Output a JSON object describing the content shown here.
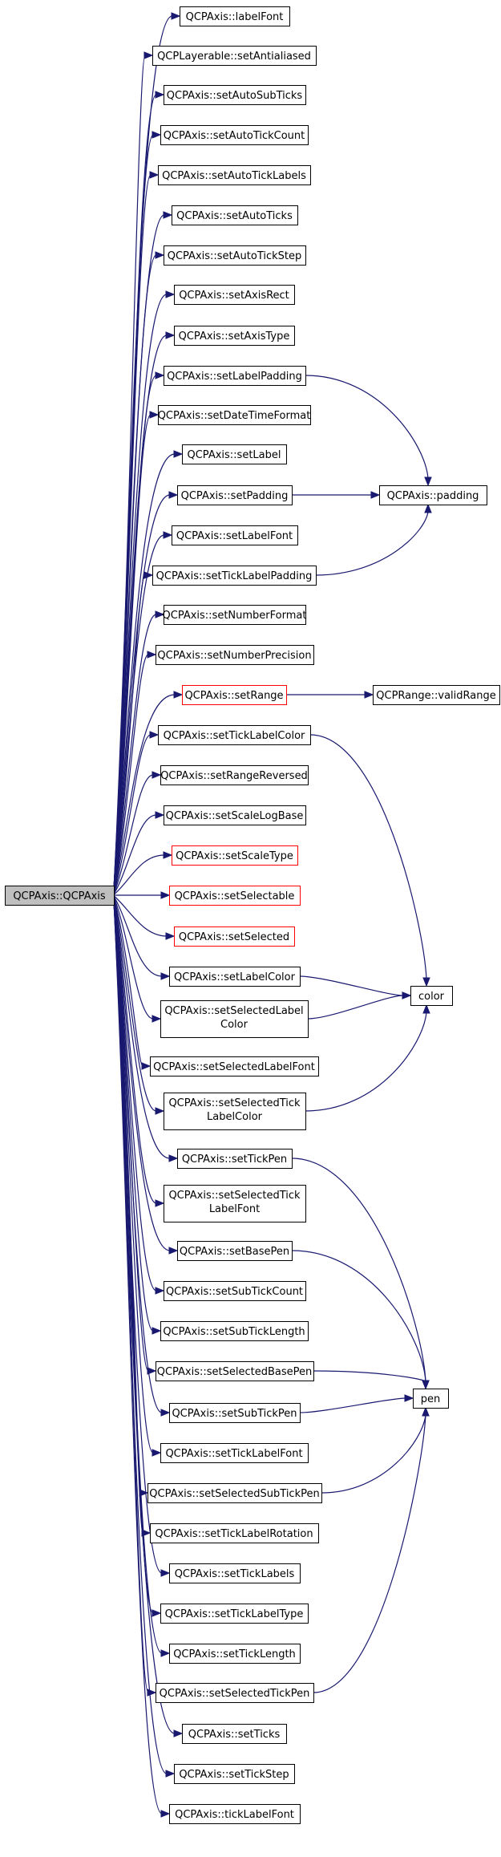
{
  "graph": {
    "edge_color": "#191970",
    "root": "QCPAxis::QCPAxis",
    "callees": [
      {
        "id": "labelFont",
        "label": "QCPAxis::labelFont"
      },
      {
        "id": "setAntialiased",
        "label": "QCPLayerable::setAntialiased"
      },
      {
        "id": "setAutoSubTicks",
        "label": "QCPAxis::setAutoSubTicks"
      },
      {
        "id": "setAutoTickCount",
        "label": "QCPAxis::setAutoTickCount"
      },
      {
        "id": "setAutoTickLabels",
        "label": "QCPAxis::setAutoTickLabels"
      },
      {
        "id": "setAutoTicks",
        "label": "QCPAxis::setAutoTicks"
      },
      {
        "id": "setAutoTickStep",
        "label": "QCPAxis::setAutoTickStep"
      },
      {
        "id": "setAxisRect",
        "label": "QCPAxis::setAxisRect"
      },
      {
        "id": "setAxisType",
        "label": "QCPAxis::setAxisType"
      },
      {
        "id": "setLabelPadding",
        "label": "QCPAxis::setLabelPadding"
      },
      {
        "id": "setDateTimeFormat",
        "label": "QCPAxis::setDateTimeFormat"
      },
      {
        "id": "setLabel",
        "label": "QCPAxis::setLabel"
      },
      {
        "id": "setPadding",
        "label": "QCPAxis::setPadding"
      },
      {
        "id": "setLabelFont",
        "label": "QCPAxis::setLabelFont"
      },
      {
        "id": "setTickLabelPadding",
        "label": "QCPAxis::setTickLabelPadding"
      },
      {
        "id": "setNumberFormat",
        "label": "QCPAxis::setNumberFormat"
      },
      {
        "id": "setNumberPrecision",
        "label": "QCPAxis::setNumberPrecision"
      },
      {
        "id": "setRange",
        "label": "QCPAxis::setRange",
        "red": true
      },
      {
        "id": "setTickLabelColor",
        "label": "QCPAxis::setTickLabelColor"
      },
      {
        "id": "setRangeReversed",
        "label": "QCPAxis::setRangeReversed"
      },
      {
        "id": "setScaleLogBase",
        "label": "QCPAxis::setScaleLogBase"
      },
      {
        "id": "setScaleType",
        "label": "QCPAxis::setScaleType",
        "red": true
      },
      {
        "id": "setSelectable",
        "label": "QCPAxis::setSelectable",
        "red": true
      },
      {
        "id": "setSelected",
        "label": "QCPAxis::setSelected",
        "red": true
      },
      {
        "id": "setLabelColor",
        "label": "QCPAxis::setLabelColor"
      },
      {
        "id": "setSelectedLabelColor",
        "label": "QCPAxis::setSelectedLabel\nColor"
      },
      {
        "id": "setSelectedLabelFont",
        "label": "QCPAxis::setSelectedLabelFont"
      },
      {
        "id": "setSelectedTickLabelColor",
        "label": "QCPAxis::setSelectedTick\nLabelColor"
      },
      {
        "id": "setTickPen",
        "label": "QCPAxis::setTickPen"
      },
      {
        "id": "setSelectedTickLabelFont",
        "label": "QCPAxis::setSelectedTick\nLabelFont"
      },
      {
        "id": "setBasePen",
        "label": "QCPAxis::setBasePen"
      },
      {
        "id": "setSubTickCount",
        "label": "QCPAxis::setSubTickCount"
      },
      {
        "id": "setSubTickLength",
        "label": "QCPAxis::setSubTickLength"
      },
      {
        "id": "setSelectedBasePen",
        "label": "QCPAxis::setSelectedBasePen"
      },
      {
        "id": "setSubTickPen",
        "label": "QCPAxis::setSubTickPen"
      },
      {
        "id": "setTickLabelFont",
        "label": "QCPAxis::setTickLabelFont"
      },
      {
        "id": "setSelectedSubTickPen",
        "label": "QCPAxis::setSelectedSubTickPen"
      },
      {
        "id": "setTickLabelRotation",
        "label": "QCPAxis::setTickLabelRotation"
      },
      {
        "id": "setTickLabels",
        "label": "QCPAxis::setTickLabels"
      },
      {
        "id": "setTickLabelType",
        "label": "QCPAxis::setTickLabelType"
      },
      {
        "id": "setTickLength",
        "label": "QCPAxis::setTickLength"
      },
      {
        "id": "setSelectedTickPen",
        "label": "QCPAxis::setSelectedTickPen"
      },
      {
        "id": "setTicks",
        "label": "QCPAxis::setTicks"
      },
      {
        "id": "setTickStep",
        "label": "QCPAxis::setTickStep"
      },
      {
        "id": "tickLabelFont",
        "label": "QCPAxis::tickLabelFont"
      }
    ],
    "leaves": [
      {
        "id": "padding",
        "label": "QCPAxis::padding"
      },
      {
        "id": "validRange",
        "label": "QCPRange::validRange"
      },
      {
        "id": "color",
        "label": "color"
      },
      {
        "id": "pen",
        "label": "pen"
      }
    ],
    "secondary_edges": [
      {
        "from": "setLabelPadding",
        "to": "padding"
      },
      {
        "from": "setPadding",
        "to": "padding"
      },
      {
        "from": "setTickLabelPadding",
        "to": "padding"
      },
      {
        "from": "setRange",
        "to": "validRange"
      },
      {
        "from": "setTickLabelColor",
        "to": "color"
      },
      {
        "from": "setLabelColor",
        "to": "color"
      },
      {
        "from": "setSelectedLabelColor",
        "to": "color"
      },
      {
        "from": "setSelectedTickLabelColor",
        "to": "color"
      },
      {
        "from": "setTickPen",
        "to": "pen"
      },
      {
        "from": "setBasePen",
        "to": "pen"
      },
      {
        "from": "setSelectedBasePen",
        "to": "pen"
      },
      {
        "from": "setSubTickPen",
        "to": "pen"
      },
      {
        "from": "setSelectedSubTickPen",
        "to": "pen"
      },
      {
        "from": "setSelectedTickPen",
        "to": "pen"
      }
    ]
  }
}
